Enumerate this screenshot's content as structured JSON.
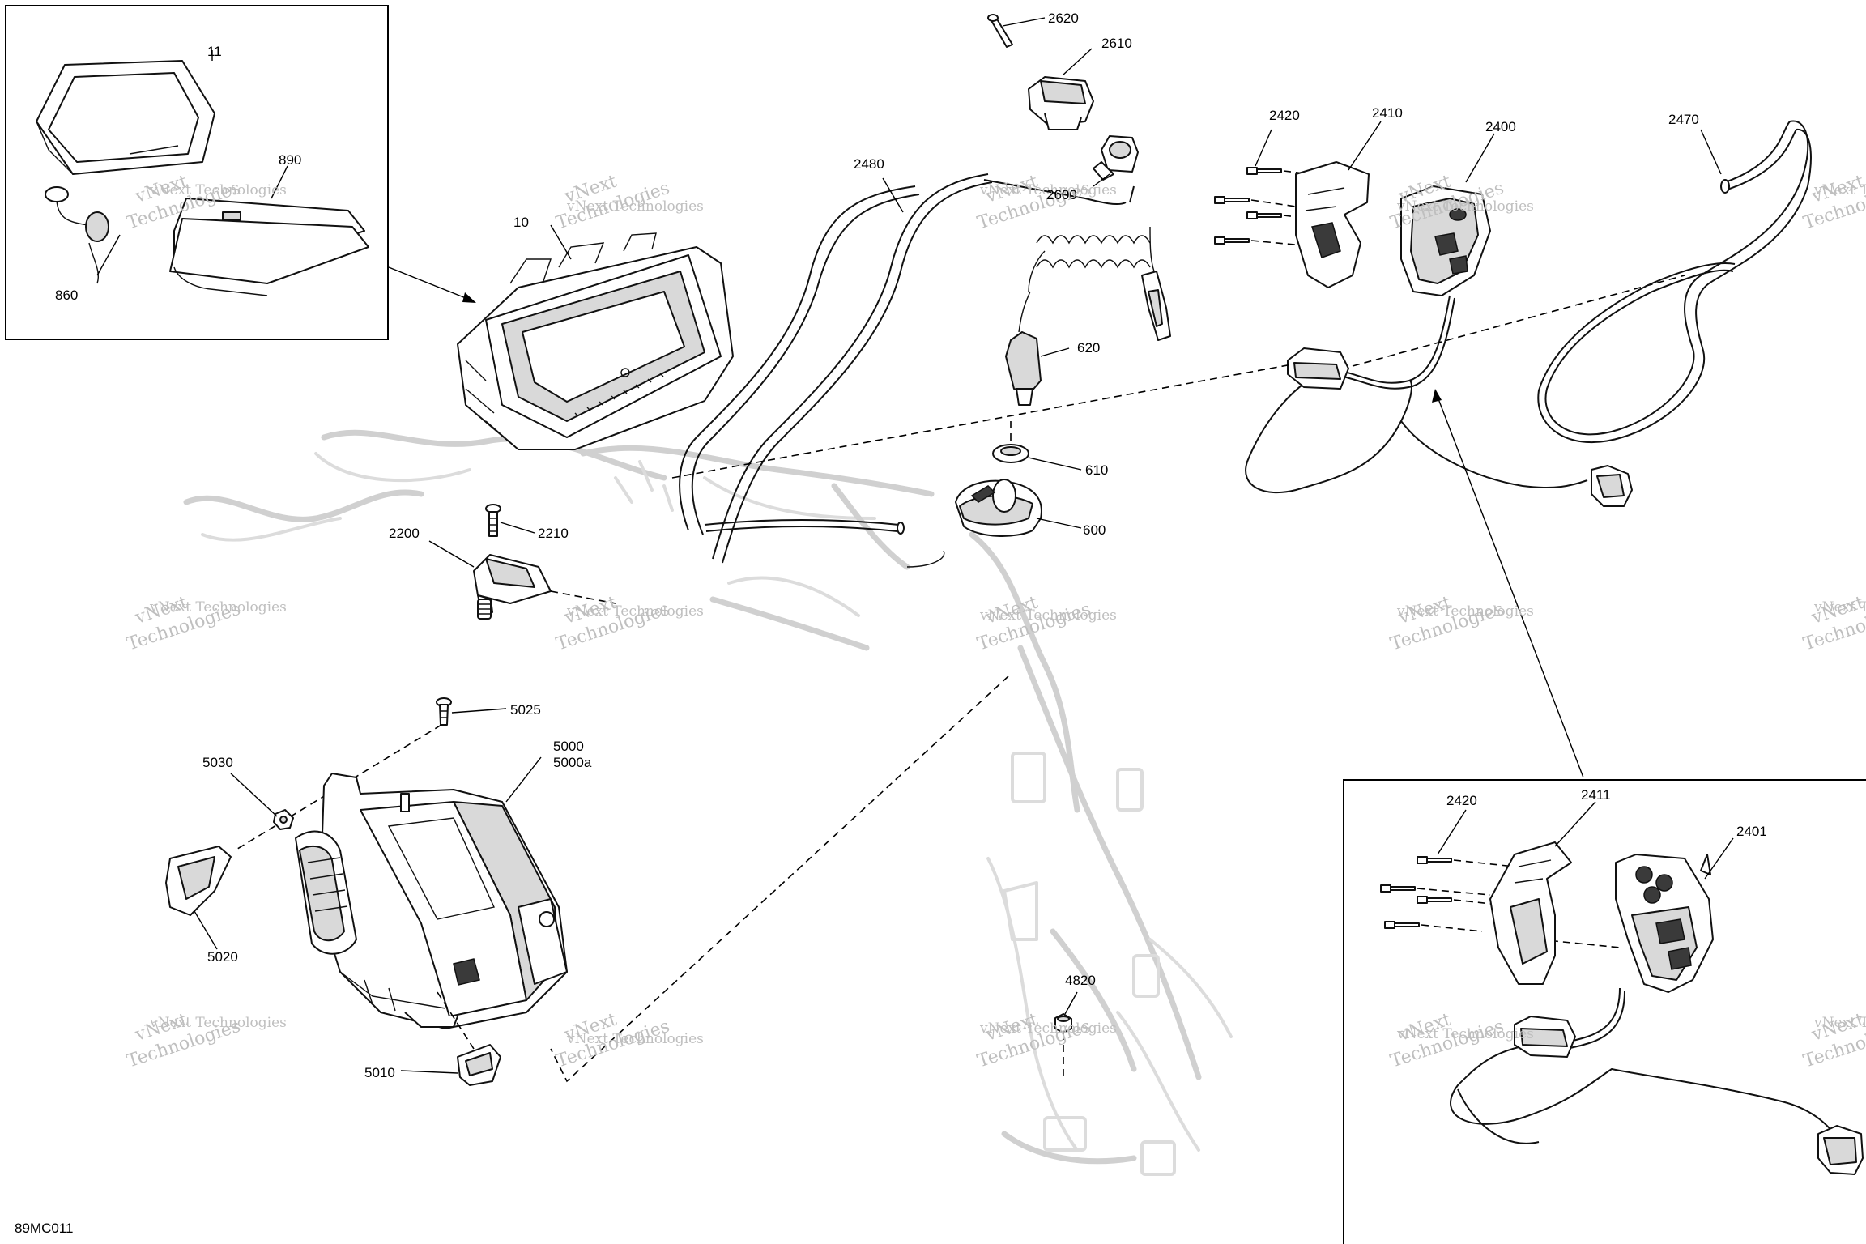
{
  "diagram_code": "89MC011",
  "watermark": {
    "line1": "vNext",
    "line2": "Technologies",
    "overlay": "vNext Technologies"
  },
  "labels": {
    "p11": "11",
    "p890": "890",
    "p860": "860",
    "p10": "10",
    "p2620": "2620",
    "p2610": "2610",
    "p2600": "2600",
    "p2480": "2480",
    "p620": "620",
    "p610": "610",
    "p600": "600",
    "p2420": "2420",
    "p2410": "2410",
    "p2400": "2400",
    "p2470": "2470",
    "p2200": "2200",
    "p2210": "2210",
    "p5025": "5025",
    "p5030": "5030",
    "p5000": "5000",
    "p5000a": "5000a",
    "p5020": "5020",
    "p5010": "5010",
    "p4820": "4820",
    "p2420b": "2420",
    "p2411": "2411",
    "p2401": "2401"
  }
}
